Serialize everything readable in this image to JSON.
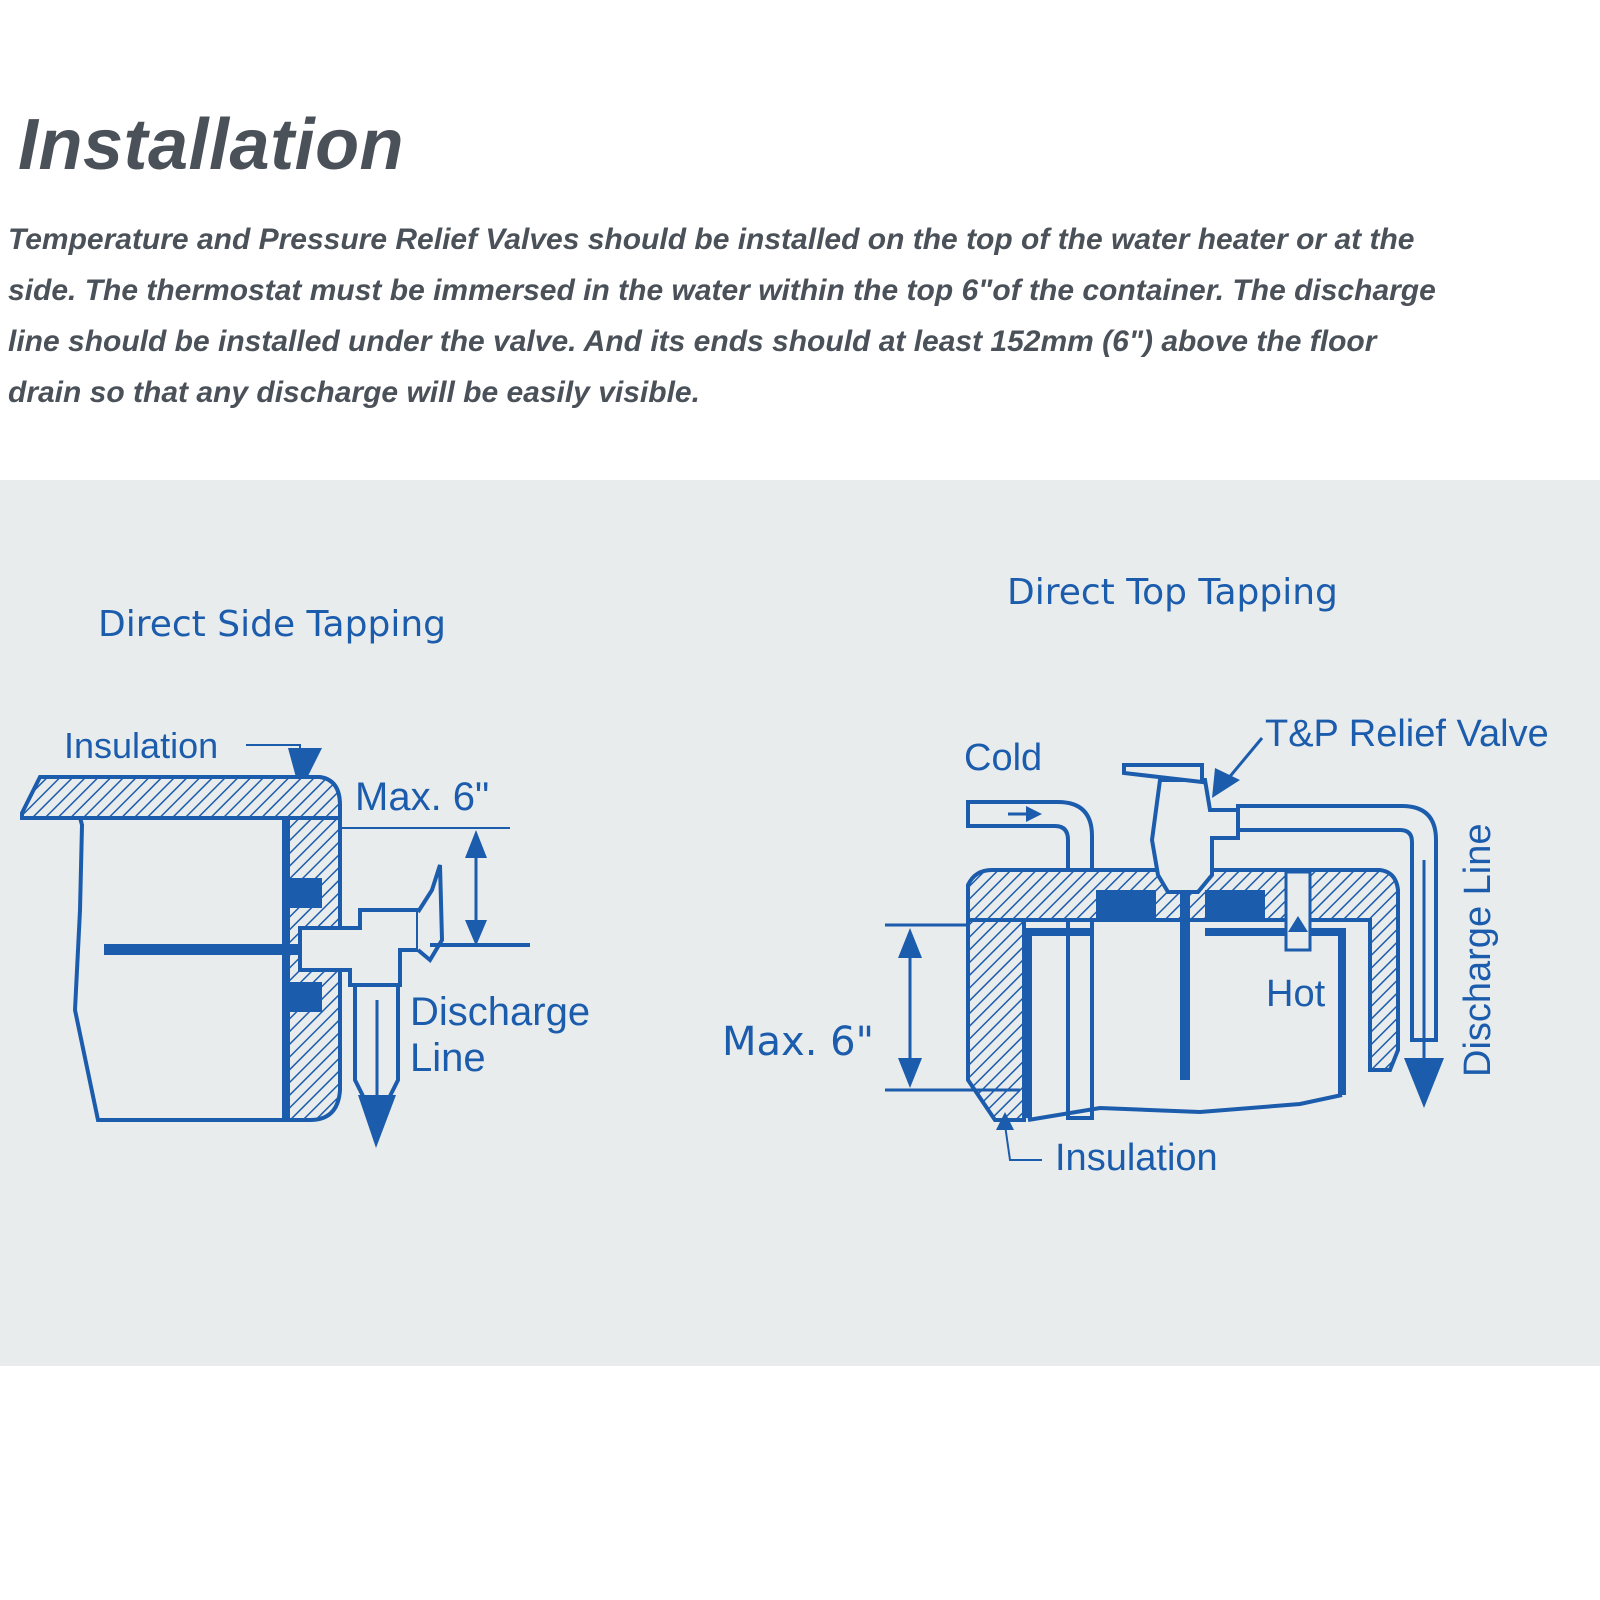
{
  "header": {
    "title": "Installation",
    "intro": "Temperature and Pressure Relief Valves should be installed on the top of the water heater or at the\nside. The thermostat must be immersed in the water within the top 6\"of the container. The discharge\nline should be installed under the valve. And its ends should at least 152mm (6\") above the floor\ndrain so that any discharge will be easily visible."
  },
  "colors": {
    "ink": "#1c5cad",
    "paper": "#e9ecec",
    "text": "#4b5159"
  },
  "diagram_side": {
    "title": "Direct Side Tapping",
    "insulation_label": "Insulation",
    "max_label": "Max. 6\"",
    "discharge_label_1": "Discharge",
    "discharge_label_2": "Line"
  },
  "diagram_top": {
    "title": "Direct Top Tapping",
    "tp_valve_label": "T&P Relief Valve",
    "cold_label": "Cold",
    "hot_label": "Hot",
    "discharge_label": "Discharge Line",
    "max_label": "Max. 6\"",
    "insulation_label": "Insulation"
  }
}
